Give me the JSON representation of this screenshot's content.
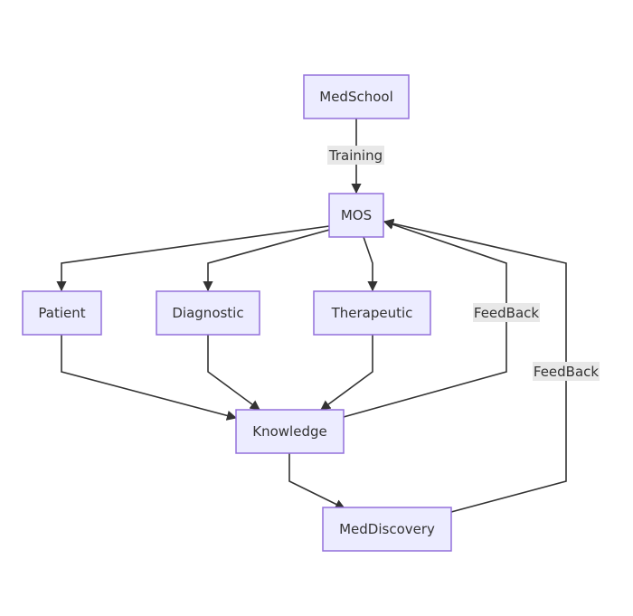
{
  "nodes": {
    "medschool": "MedSchool",
    "mos": "MOS",
    "patient": "Patient",
    "diagnostic": "Diagnostic",
    "therapeutic": "Therapeutic",
    "knowledge": "Knowledge",
    "meddiscovery": "MedDiscovery"
  },
  "edges": {
    "training": "Training",
    "feedback_knowledge": "FeedBack",
    "feedback_discovery": "FeedBack"
  },
  "colors": {
    "node_fill": "#ECECFF",
    "node_stroke": "#9370DB",
    "edge": "#333333",
    "label_bg": "#E8E8E8"
  }
}
